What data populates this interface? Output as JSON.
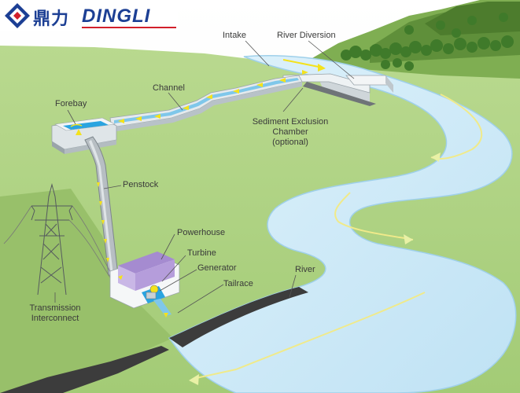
{
  "logo": {
    "cn_text": "鼎力",
    "en_text": "DINGLI"
  },
  "labels": {
    "intake": "Intake",
    "river_diversion": "River Diversion",
    "channel": "Channel",
    "forebay": "Forebay",
    "sediment_line1": "Sediment Exclusion",
    "sediment_line2": "Chamber",
    "sediment_line3": "(optional)",
    "penstock": "Penstock",
    "powerhouse": "Powerhouse",
    "turbine": "Turbine",
    "generator": "Generator",
    "tailrace": "Tailrace",
    "river": "River",
    "transmission_line1": "Transmission",
    "transmission_line2": "Interconnect"
  },
  "colors": {
    "ground": "#a9cf7f",
    "mountain": "#6f9f45",
    "water": "#cfe9f7",
    "concrete": "#e8ecee",
    "flow_arrow": "#f4e21c",
    "powerhouse_roof": "#a58bd0",
    "brand_blue": "#1c3f94",
    "brand_red": "#d21f2a"
  }
}
